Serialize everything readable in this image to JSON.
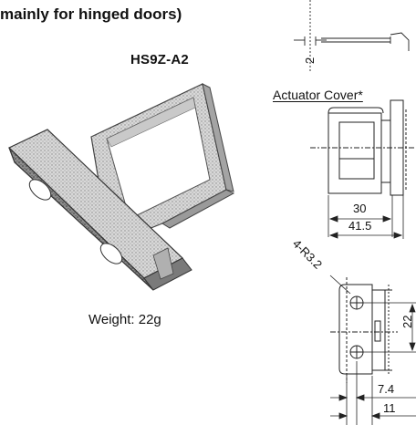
{
  "header": {
    "title": "mainly for hinged doors)"
  },
  "product": {
    "model": "HS9Z-A2",
    "weight_label": "Weight:  22g"
  },
  "drawing": {
    "callout": "Actuator Cover*",
    "dimensions": {
      "thickness": "2",
      "width_inner": "30",
      "width_outer": "41.5",
      "hole_radius": "4-R3.2",
      "hole_pitch": "22",
      "offset_small": "7.4",
      "offset_large": "11"
    }
  }
}
